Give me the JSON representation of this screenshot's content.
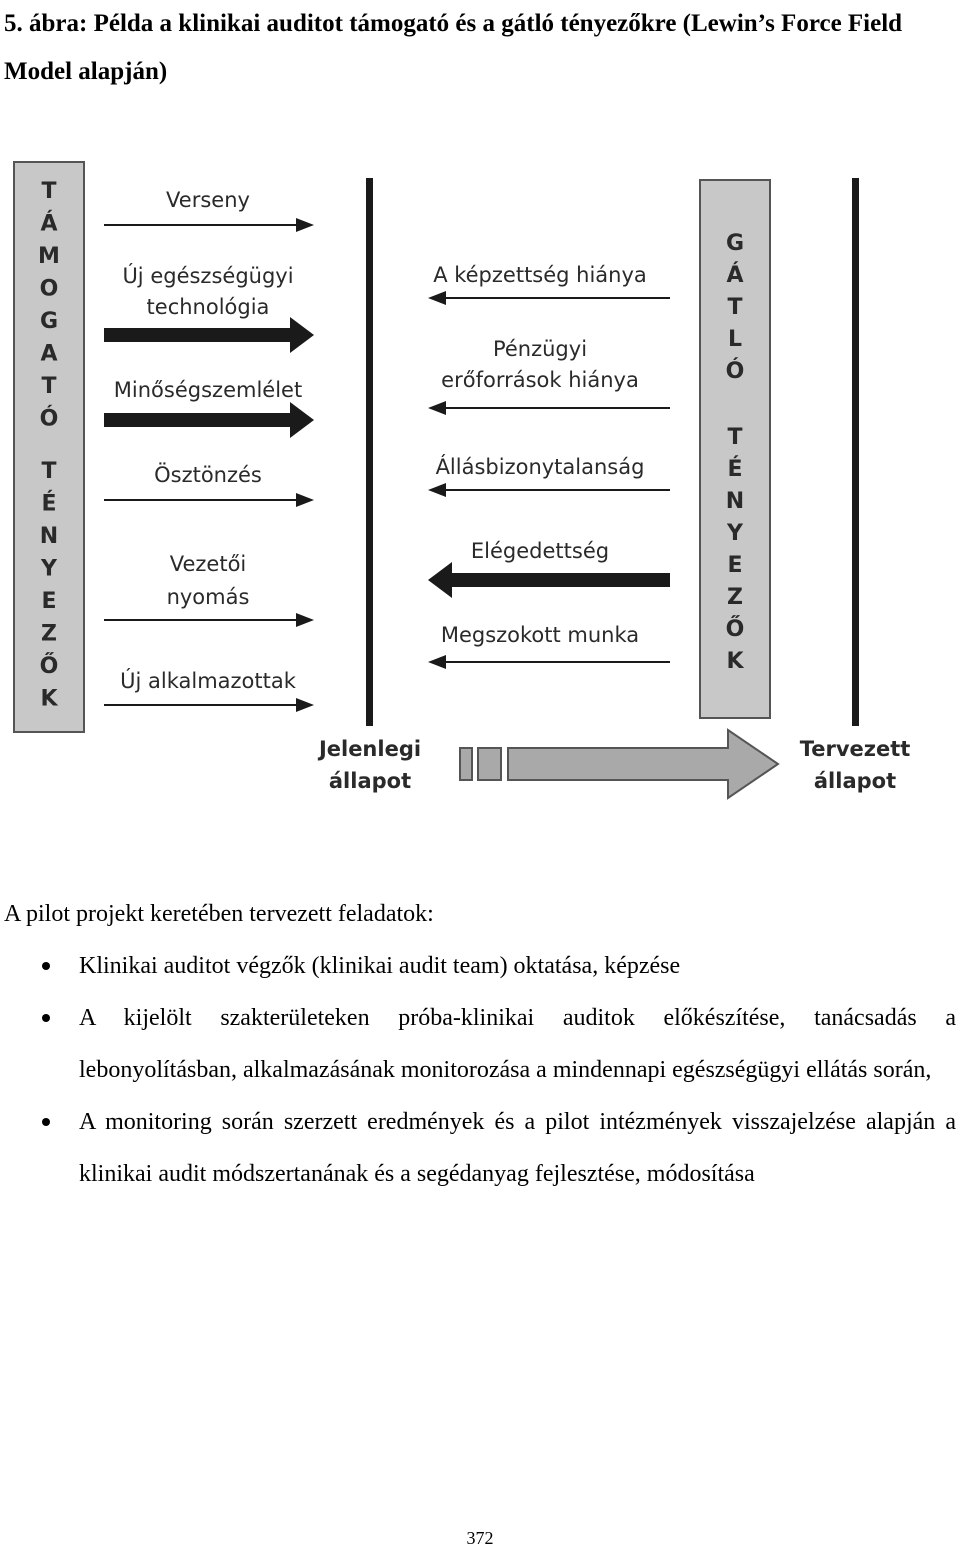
{
  "caption": "5. ábra: Példa a klinikai auditot támogató és a gátló tényezőkre (Lewin’s Force Field Model alapján)",
  "diagram": {
    "left_label": "TÁMOGATÓ TÉNYEZŐK",
    "right_label": "GÁTLÓ TÉNYEZŐK",
    "drivers": [
      {
        "lines": [
          "Verseny"
        ],
        "strength": "weak"
      },
      {
        "lines": [
          "Új egészségügyi",
          "technológia"
        ],
        "strength": "strong"
      },
      {
        "lines": [
          "Minőségszemlélet"
        ],
        "strength": "strong"
      },
      {
        "lines": [
          "Ösztönzés"
        ],
        "strength": "weak"
      },
      {
        "lines": [
          "Vezetői",
          "nyomás"
        ],
        "strength": "weak"
      },
      {
        "lines": [
          "Új alkalmazottak"
        ],
        "strength": "weak"
      }
    ],
    "restrainers": [
      {
        "lines": [
          "A képzettség hiánya"
        ],
        "strength": "weak"
      },
      {
        "lines": [
          "Pénzügyi",
          "erőforrások hiánya"
        ],
        "strength": "weak"
      },
      {
        "lines": [
          "Állásbizonytalanság"
        ],
        "strength": "weak"
      },
      {
        "lines": [
          "Elégedettség"
        ],
        "strength": "strong"
      },
      {
        "lines": [
          "Megszokott munka"
        ],
        "strength": "weak"
      }
    ],
    "current_state": [
      "Jelenlegi",
      "állapot"
    ],
    "planned_state": [
      "Tervezett",
      "állapot"
    ],
    "colors": {
      "panel": "#c8c8c8",
      "arrow_fill": "#a9a9a9",
      "line": "#1a1a1a"
    }
  },
  "intro": "A pilot projekt keretében tervezett feladatok:",
  "bullets": [
    "Klinikai auditot végzők (klinikai audit team) oktatása, képzése",
    "A kijelölt szakterületeken próba-klinikai auditok előkészítése, tanácsadás a lebonyolításban, alkalmazásának monitorozása a mindennapi egészségügyi ellátás során,",
    "A monitoring során szerzett eredmények és a pilot intézmények visszajelzése alapján a klinikai audit módszertanának és a segédanyag fejlesztése, módosítása"
  ],
  "page_number": "372"
}
